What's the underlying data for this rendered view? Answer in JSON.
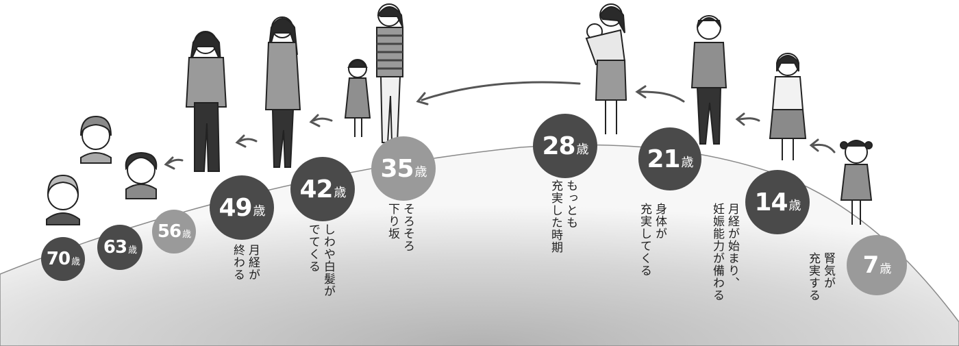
{
  "stages": [
    {
      "age": "7",
      "unit": "歳",
      "note": "腎気が\n充実する"
    },
    {
      "age": "14",
      "unit": "歳",
      "note": "月経が始まり、\n妊娠能力が備わる"
    },
    {
      "age": "21",
      "unit": "歳",
      "note": "身体が\n充実してくる"
    },
    {
      "age": "28",
      "unit": "歳",
      "note": "もっとも\n充実した時期"
    },
    {
      "age": "35",
      "unit": "歳",
      "note": "そろそろ\n下り坂"
    },
    {
      "age": "42",
      "unit": "歳",
      "note": "しわや白髪が\nでてくる"
    },
    {
      "age": "49",
      "unit": "歳",
      "note": "月経が\n終わる"
    },
    {
      "age": "56",
      "unit": "歳",
      "note": ""
    },
    {
      "age": "63",
      "unit": "歳",
      "note": ""
    },
    {
      "age": "70",
      "unit": "歳",
      "note": ""
    }
  ],
  "colors": {
    "dark": "#4a4a4a",
    "light": "#9a9a9a",
    "hill_top": "#f4f4f4",
    "hill_bottom": "#b8b8b8"
  }
}
